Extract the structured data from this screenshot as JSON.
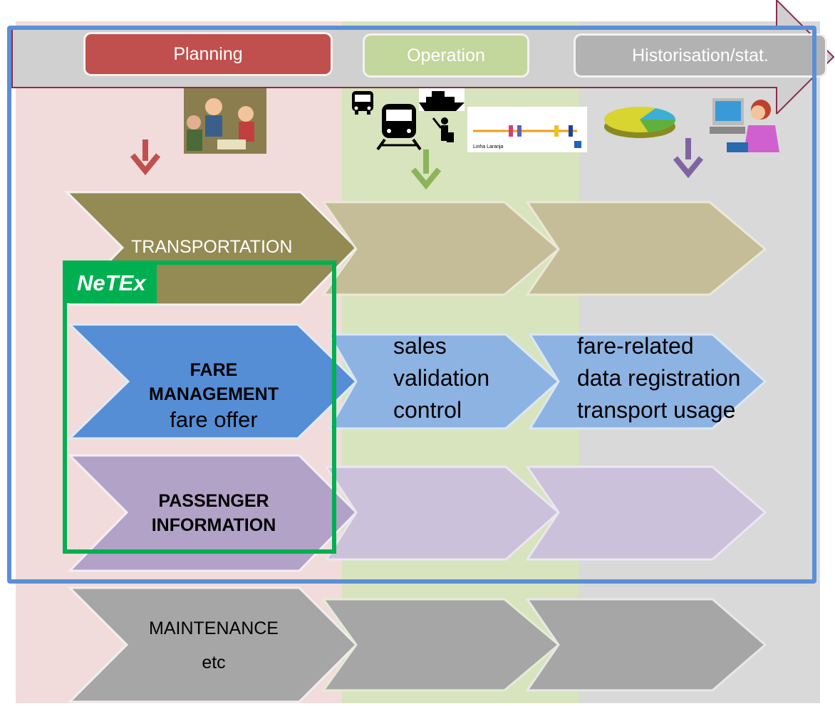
{
  "phases": {
    "planning": "Planning",
    "operation": "Operation",
    "historisation": "Historisation/stat."
  },
  "rows": {
    "transportation": "TRANSPORTATION",
    "fare_title_1": "FARE",
    "fare_title_2": "MANAGEMENT",
    "fare_sub": "fare offer",
    "passenger_1": "PASSENGER",
    "passenger_2": "INFORMATION",
    "maintenance": "MAINTENANCE",
    "maintenance_sub": "etc"
  },
  "operation_items": [
    "sales",
    "validation",
    "control"
  ],
  "historisation_items": [
    "fare-related",
    "data registration",
    "transport usage"
  ],
  "netex_label": "NeTEx",
  "map_caption": "Linha Laranja",
  "colors": {
    "planning": "#c0504d",
    "operation": "#c3d69b",
    "historisation": "#b2b2b2",
    "transportation": "#948a54",
    "fare": "#558ed5",
    "passenger": "#b3a2c7",
    "maintenance": "#a6a6a6",
    "netex": "#00b050",
    "frame": "#5b8fd6"
  },
  "icons": [
    "meeting-clipart-icon",
    "bus-icon",
    "train-icon",
    "ship-icon",
    "traveller-icon",
    "metro-map-icon",
    "pie-chart-icon",
    "computer-user-icon"
  ]
}
